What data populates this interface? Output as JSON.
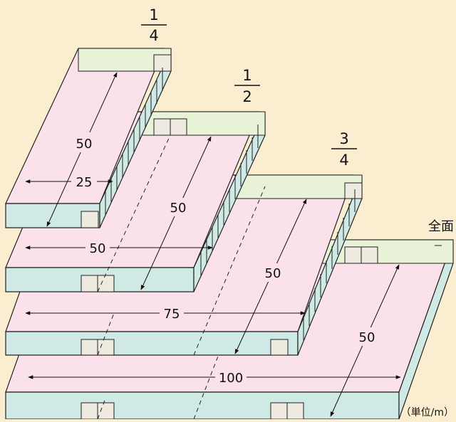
{
  "pool_levels": [
    {
      "id": "quarter",
      "numerator": "1",
      "denominator": "4"
    },
    {
      "id": "half",
      "numerator": "1",
      "denominator": "2"
    },
    {
      "id": "three_quarters",
      "numerator": "3",
      "denominator": "4"
    },
    {
      "id": "full",
      "label": "全面"
    }
  ],
  "dimensions": {
    "length_quarter": "50",
    "width_quarter": "25",
    "length_half": "50",
    "width_half": "50",
    "length_three_quarters": "50",
    "width_three_quarters": "75",
    "length_full": "50",
    "width_full": "100"
  },
  "unit_note": "（単位/m）",
  "colors": {
    "background": "#fbeed0",
    "pool_surface": "#fbe2ea",
    "pool_side": "#cfe9e4",
    "pool_back_wall": "#e8f2d6",
    "outline": "#222222"
  }
}
